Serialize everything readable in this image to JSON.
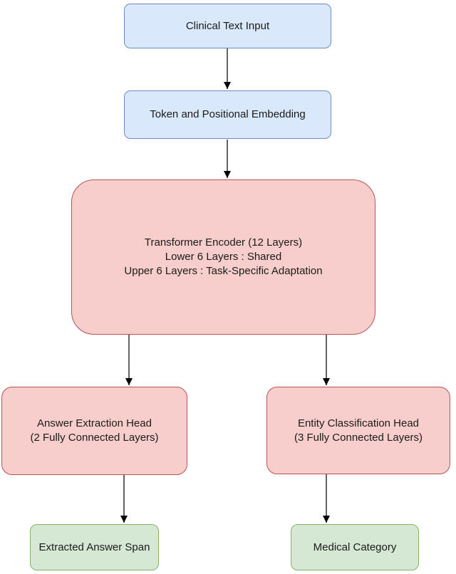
{
  "colors": {
    "blue_fill": "#dae8fc",
    "blue_border": "#6c8ebf",
    "red_fill": "#f8cecc",
    "red_border": "#b85450",
    "green_fill": "#d5e8d4",
    "green_border": "#82b366",
    "arrow_line": "#3d3d3d",
    "arrow_head": "#000000"
  },
  "nodes": {
    "clinical_input": {
      "label": "Clinical Text Input"
    },
    "embedding": {
      "label": "Token and Positional Embedding"
    },
    "encoder": {
      "lines": [
        "Transformer Encoder (12 Layers)",
        "Lower 6 Layers : Shared",
        "Upper 6 Layers : Task-Specific Adaptation"
      ]
    },
    "answer_head": {
      "lines": [
        "Answer Extraction Head",
        "(2 Fully Connected Layers)"
      ]
    },
    "entity_head": {
      "lines": [
        "Entity Classification Head",
        "(3 Fully Connected Layers)"
      ]
    },
    "answer_output": {
      "label": "Extracted Answer Span"
    },
    "category_output": {
      "label": "Medical Category"
    }
  }
}
